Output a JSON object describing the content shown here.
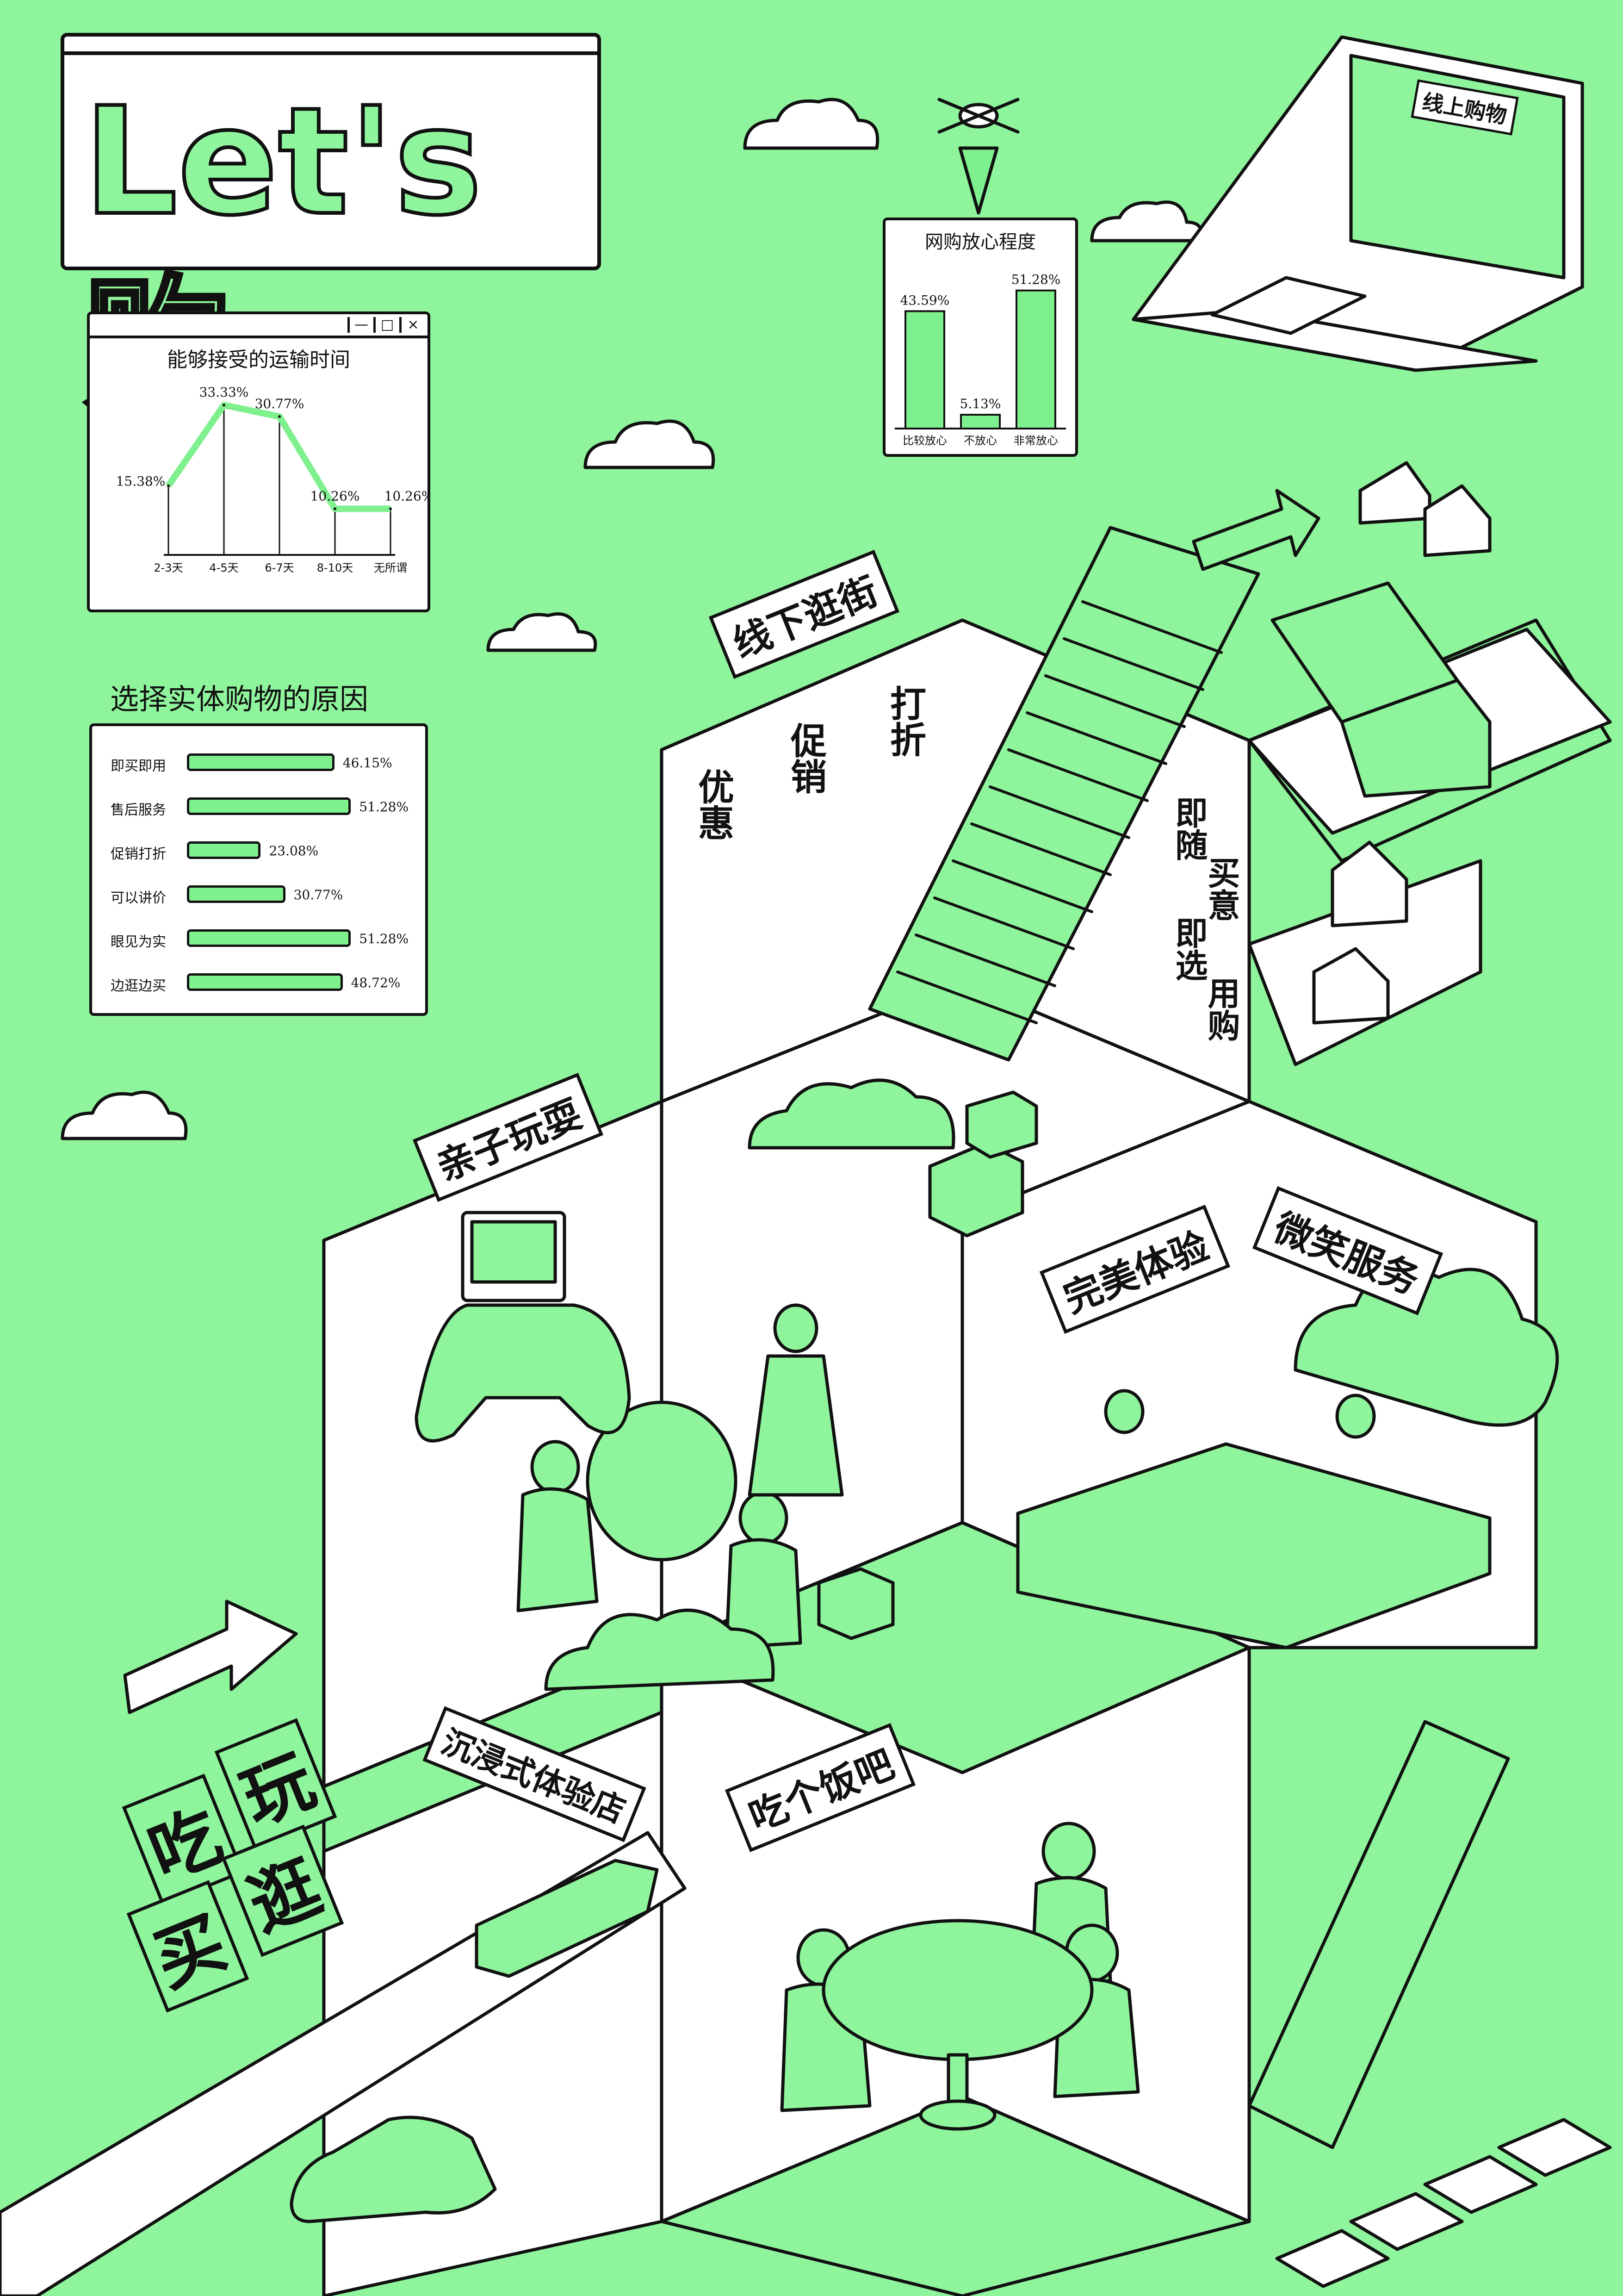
{
  "logo_text": "Let's购",
  "signs": {
    "offline": "线下逛街",
    "discount_chars": [
      "优惠",
      "促销",
      "打折"
    ],
    "impulse_cols": [
      "即随",
      "买意",
      "即选",
      "用购"
    ],
    "parent_child": "亲子玩耍",
    "perfect_experience": "完美体验",
    "smile_service": "微笑服务",
    "immersive": "沉浸式体验店",
    "eat": "吃个饭吧",
    "cube_chars": [
      "吃",
      "玩",
      "买",
      "逛"
    ],
    "online": "线上购物"
  },
  "colors": {
    "background": "#8ff59c",
    "accent": "#7ff08e",
    "line": "#111111",
    "panel": "#ffffff"
  },
  "chart_data": [
    {
      "type": "line",
      "title": "能够接受的运输时间",
      "categories": [
        "2-3天",
        "4-5天",
        "6-7天",
        "8-10天",
        "无所谓"
      ],
      "values": [
        15.38,
        33.33,
        30.77,
        10.26,
        10.26
      ],
      "labels": [
        "15.38%",
        "33.33%",
        "30.77%",
        "10.26%",
        "10.26%"
      ],
      "ylim": [
        0,
        35
      ],
      "grid": false
    },
    {
      "type": "bar",
      "title": "网购放心程度",
      "categories": [
        "比较放心",
        "不放心",
        "非常放心"
      ],
      "values": [
        43.59,
        5.13,
        51.28
      ],
      "labels": [
        "43.59%",
        "5.13%",
        "51.28%"
      ],
      "ylim": [
        0,
        55
      ],
      "grid": false
    },
    {
      "type": "bar",
      "orientation": "horizontal",
      "title": "选择实体购物的原因",
      "categories": [
        "即买即用",
        "售后服务",
        "促销打折",
        "可以讲价",
        "眼见为实",
        "边逛边买"
      ],
      "values": [
        46.15,
        51.28,
        23.08,
        30.77,
        51.28,
        48.72
      ],
      "labels": [
        "46.15%",
        "51.28%",
        "23.08%",
        "30.77%",
        "51.28%",
        "48.72%"
      ],
      "xlim": [
        0,
        55
      ],
      "grid": false
    }
  ],
  "window_controls": [
    "—",
    "□",
    "×"
  ]
}
